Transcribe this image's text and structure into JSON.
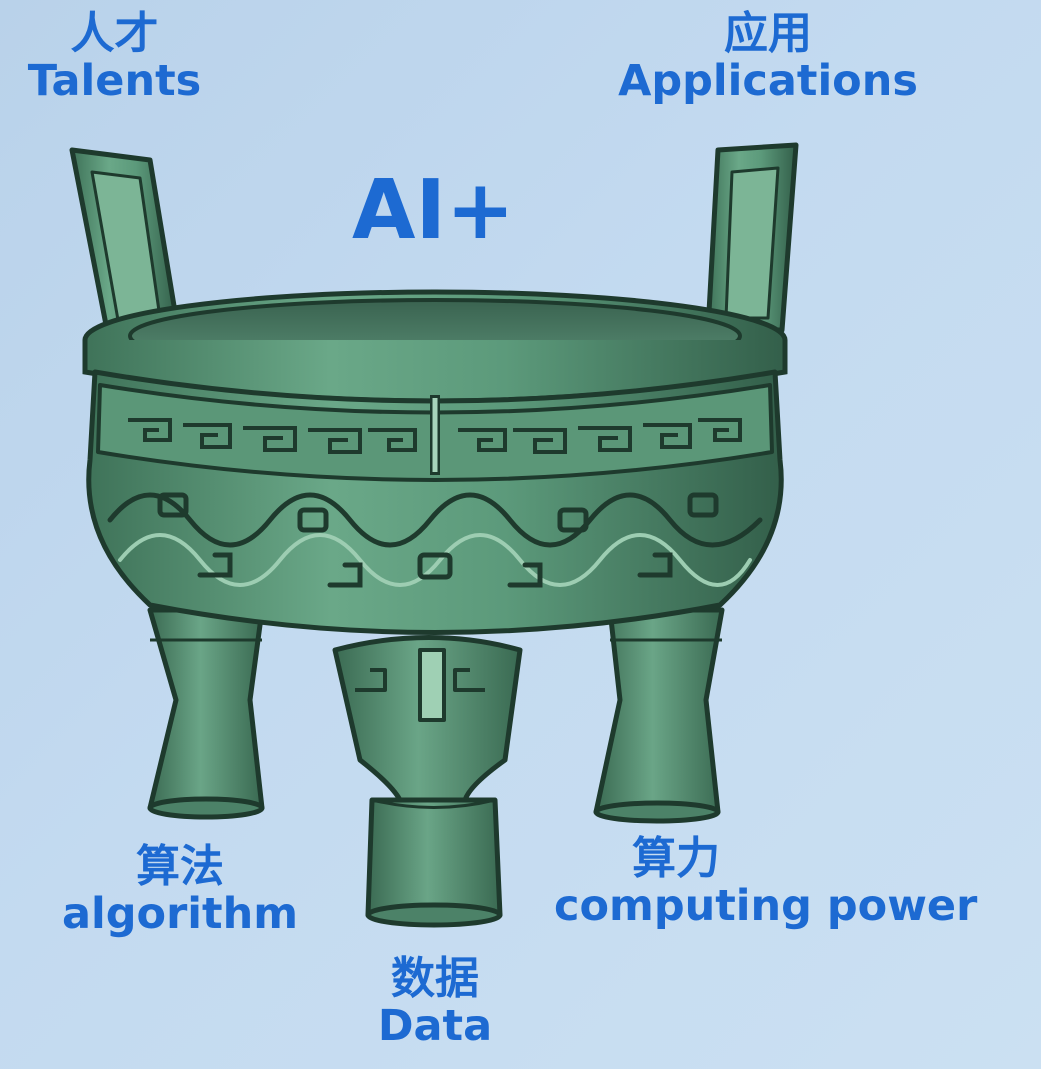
{
  "center": {
    "text": "AI+"
  },
  "labels": {
    "talents": {
      "zh": "人才",
      "en": "Talents"
    },
    "applications": {
      "zh": "应用",
      "en": "Applications"
    },
    "algorithm": {
      "zh": "算法",
      "en": "algorithm"
    },
    "data": {
      "zh": "数据",
      "en": "Data"
    },
    "computing_power": {
      "zh": "算力",
      "en": "computing power"
    }
  },
  "colors": {
    "label_text": "#1d6ad2",
    "bronze_base": "#5e9a7c",
    "bronze_dark": "#2f5f48",
    "bronze_light": "#8fc2a5",
    "background": "#c3daf0"
  }
}
